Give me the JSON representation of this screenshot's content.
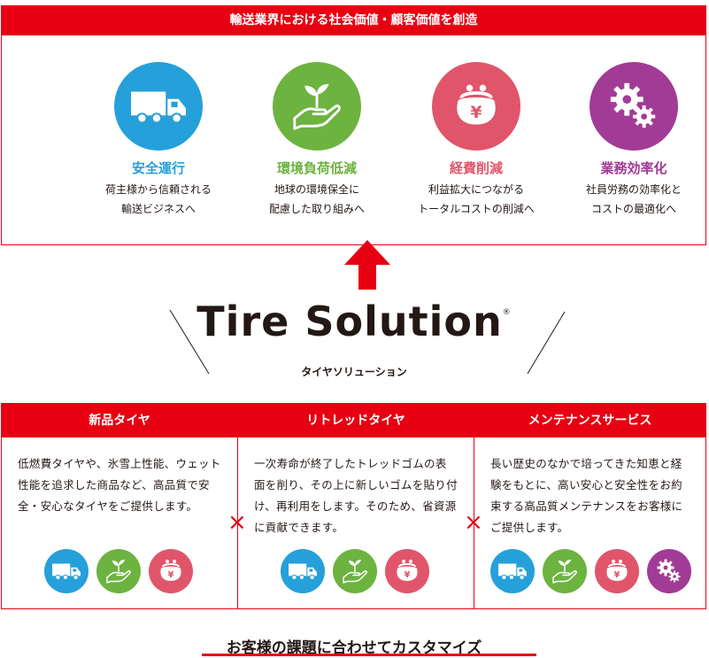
{
  "top": {
    "header": "輸送業界における社会価値・顧客価値を創造",
    "values": [
      {
        "title": "安全運行",
        "lines": [
          "荷主様から信頼される",
          "輸送ビジネスへ"
        ],
        "icon": "truck-icon",
        "color": "#26a0da",
        "title_color": "#26a0da"
      },
      {
        "title": "環境負荷低減",
        "lines": [
          "地球の環境保全に",
          "配慮した取り組みへ"
        ],
        "icon": "sprout-hand-icon",
        "color": "#6db33f",
        "title_color": "#6db33f"
      },
      {
        "title": "経費削減",
        "lines": [
          "利益拡大につながる",
          "トータルコストの削減へ"
        ],
        "icon": "yen-purse-icon",
        "color": "#e1556a",
        "title_color": "#e1556a"
      },
      {
        "title": "業務効率化",
        "lines": [
          "社員労務の効率化と",
          "コストの最適化へ"
        ],
        "icon": "gears-icon",
        "color": "#a23b95",
        "title_color": "#a23b95"
      }
    ]
  },
  "brand": {
    "title": "Tire Solution",
    "reg": "®",
    "subtitle": "タイヤソリューション"
  },
  "columns": [
    {
      "head": "新品タイヤ",
      "text": "低燃費タイヤや、氷雪上性能、ウェット性能を追求した商品など、高品質で安全・安心なタイヤをご提供します。",
      "icons": [
        "truck-icon",
        "sprout-hand-icon",
        "yen-purse-icon"
      ]
    },
    {
      "head": "リトレッドタイヤ",
      "text": "一次寿命が終了したトレッドゴムの表面を削り、その上に新しいゴムを貼り付け、再利用をします。そのため、省資源に貢献できます。",
      "icons": [
        "truck-icon",
        "sprout-hand-icon",
        "yen-purse-icon"
      ]
    },
    {
      "head": "メンテナンスサービス",
      "text": "長い歴史のなかで培ってきた知恵と経験をもとに、高い安心と安全性をお約束する高品質メンテナンスをお客様にご提供します。",
      "icons": [
        "truck-icon",
        "sprout-hand-icon",
        "yen-purse-icon",
        "gears-icon"
      ]
    }
  ],
  "operator": "×",
  "footer": "お客様の課題に合わせてカスタマイズ",
  "colors": {
    "accent": "#e60012",
    "blue": "#26a0da",
    "green": "#6db33f",
    "red": "#e1556a",
    "purple": "#a23b95"
  }
}
